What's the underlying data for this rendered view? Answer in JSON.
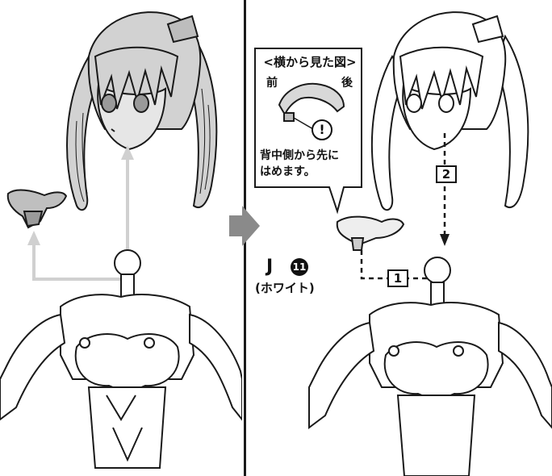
{
  "callout": {
    "title": "<横から見た図>",
    "front_label": "前",
    "back_label": "後",
    "caution_mark": "!",
    "instruction_line1": "背中側から先に",
    "instruction_line2": "はめます。"
  },
  "part": {
    "letter": "J",
    "runner_number": "11",
    "color_note": "(ホワイト)"
  },
  "steps": {
    "step1": "1",
    "step2": "2"
  },
  "colors": {
    "line": "#1a1a1a",
    "shade": "#c8c8c8",
    "light_shade": "#e2e2e2",
    "arrow_gray": "#d0d0d0",
    "direction_arrow": "#8a8a8a"
  }
}
